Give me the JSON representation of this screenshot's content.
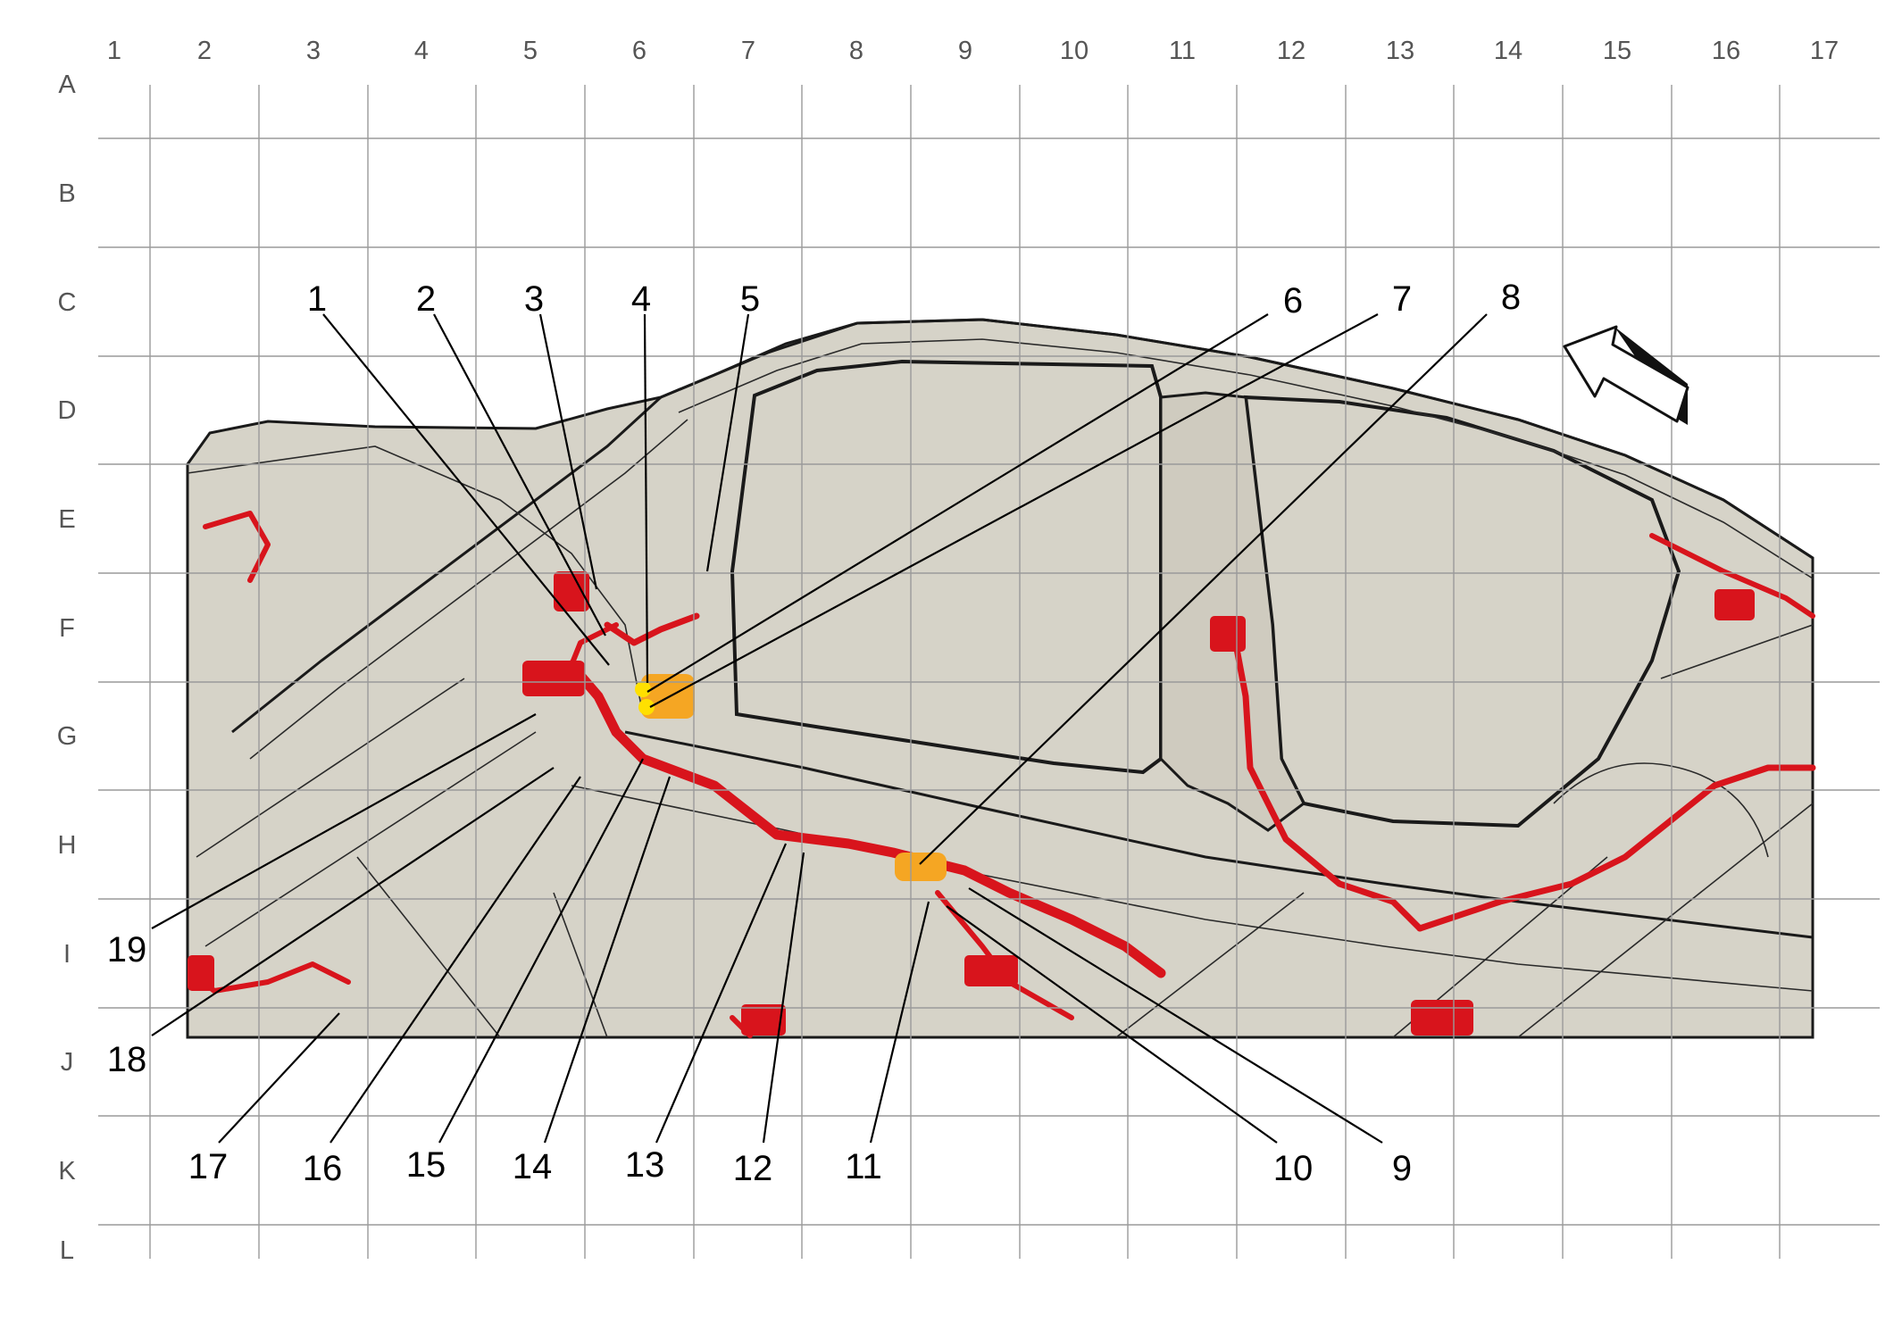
{
  "grid": {
    "columns": [
      "1",
      "2",
      "3",
      "4",
      "5",
      "6",
      "7",
      "8",
      "9",
      "10",
      "11",
      "12",
      "13",
      "14",
      "15",
      "16",
      "17"
    ],
    "rows": [
      "A",
      "B",
      "C",
      "D",
      "E",
      "F",
      "G",
      "H",
      "I",
      "J",
      "K",
      "L"
    ]
  },
  "callouts": {
    "top": [
      "1",
      "2",
      "3",
      "4",
      "5",
      "6",
      "7",
      "8"
    ],
    "bottom": [
      "17",
      "16",
      "15",
      "14",
      "13",
      "12",
      "11",
      "10",
      "9"
    ],
    "left": [
      "19",
      "18"
    ]
  },
  "direction_arrow": {
    "icon": "front-direction-arrow-icon"
  },
  "colors": {
    "body": "#d6d3c8",
    "harness": "#d8141c",
    "highlight_connector": "#f5a623",
    "highlight_terminal": "#ffe000",
    "grid": "#9a9a9a"
  }
}
